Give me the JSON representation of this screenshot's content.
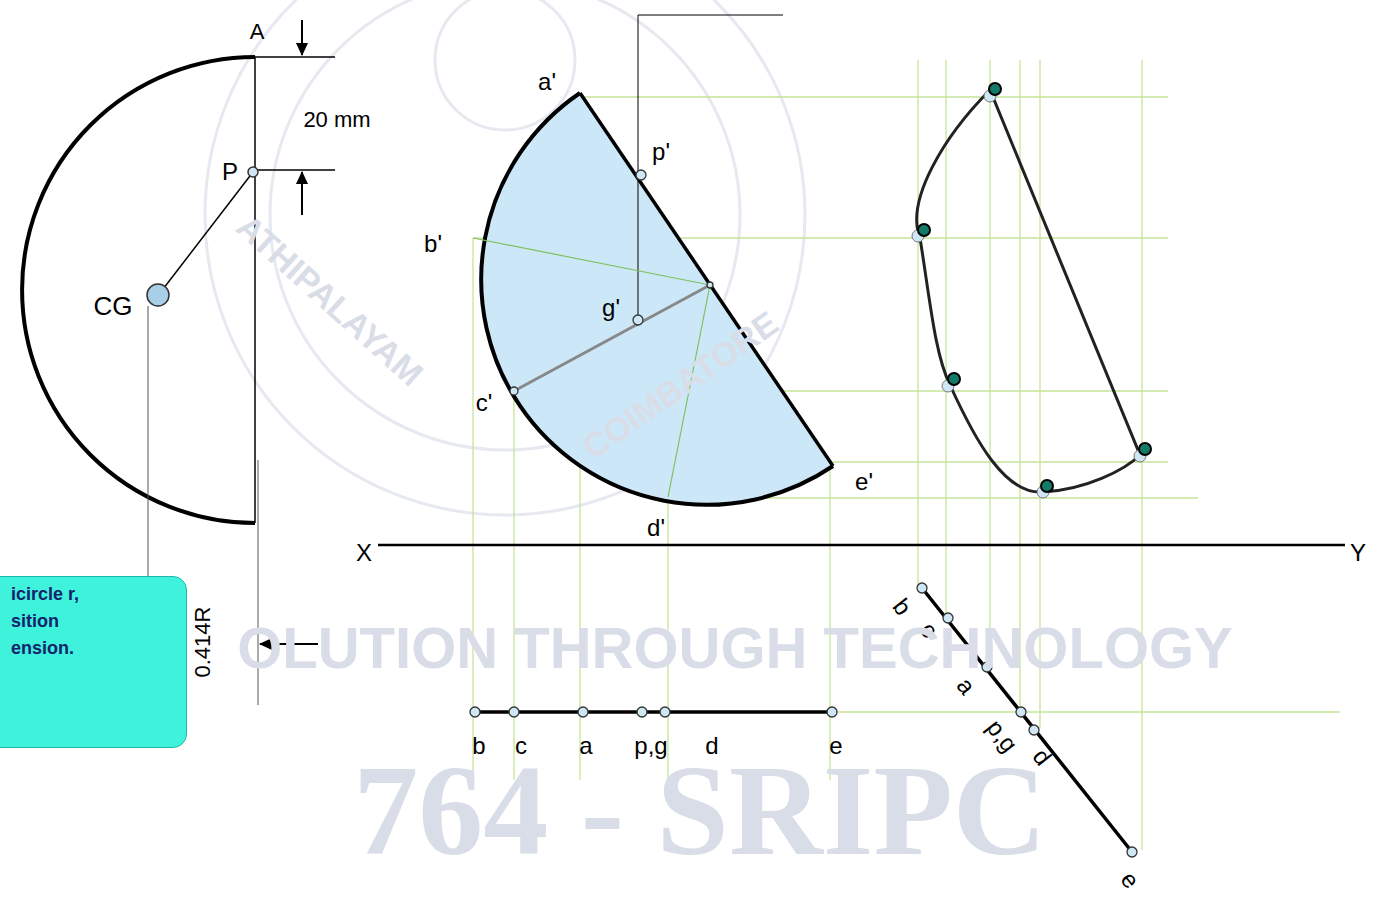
{
  "diagram": {
    "nodes": [
      {
        "text": [
          "icircle r, sition ension."
        ]
      }
    ],
    "labels": [
      "A",
      "20 mm",
      "P",
      "CG",
      "0.414R",
      "a'",
      "p'",
      "b'",
      "g'",
      "c'",
      "e'",
      "d'",
      "X",
      "Y",
      "b",
      "c",
      "a",
      "p,g",
      "d",
      "e",
      "b",
      "c",
      "a",
      "p,g",
      "d",
      "e",
      "OLUTION THROUGH TECHNOLOGY",
      "764 - SRIPC",
      "ATHIPALAYAM",
      "COIMBATORE"
    ]
  }
}
